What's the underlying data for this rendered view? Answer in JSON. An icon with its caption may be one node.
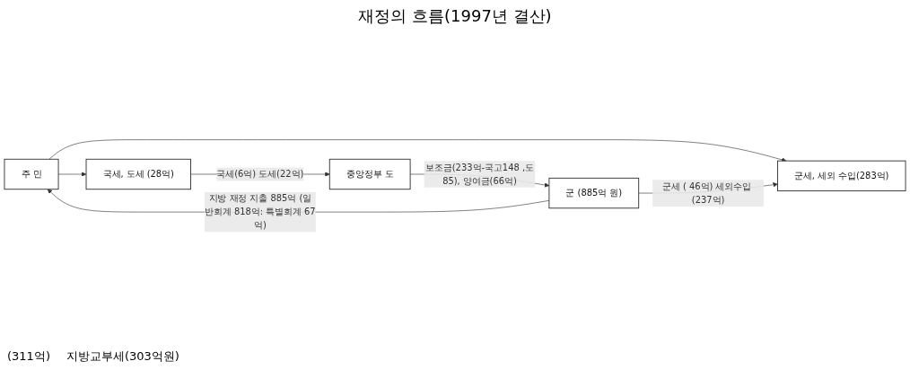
{
  "diagram": {
    "title": "재정의 흐름(1997년 결산)",
    "nodes": [
      {
        "text": [
          "주 민"
        ]
      },
      {
        "text": [
          "군세, 세외 수입(283억)"
        ]
      },
      {
        "text": [
          "국세, 도세 (28억)"
        ]
      },
      {
        "text": [
          "군 (885억 원)"
        ]
      },
      {
        "text": [
          "중앙정부 도"
        ]
      }
    ],
    "edges": [
      {
        "from": 3,
        "to": 0,
        "arrow": "to",
        "label": "지방 재정 지출 885억 (일반회계 818억: 특별회계 67억)"
      },
      {
        "from": 0,
        "to": 1,
        "arrow": "to"
      },
      {
        "from": 0,
        "to": 2,
        "arrow": "to"
      },
      {
        "from": 3,
        "to": 1,
        "arrow": "to",
        "label": "군세 ( 46억) 세외수입 (237억)"
      },
      {
        "from": 4,
        "to": 3,
        "arrow": "to",
        "label": "보조금(233억-국고148 ,도85), 양여금(66억)"
      },
      {
        "from": 2,
        "to": 4,
        "arrow": "to",
        "label": "국세(6억) 도세(22억)"
      }
    ],
    "labels": [
      "(311억)",
      "지방교부세(303억원)"
    ]
  }
}
